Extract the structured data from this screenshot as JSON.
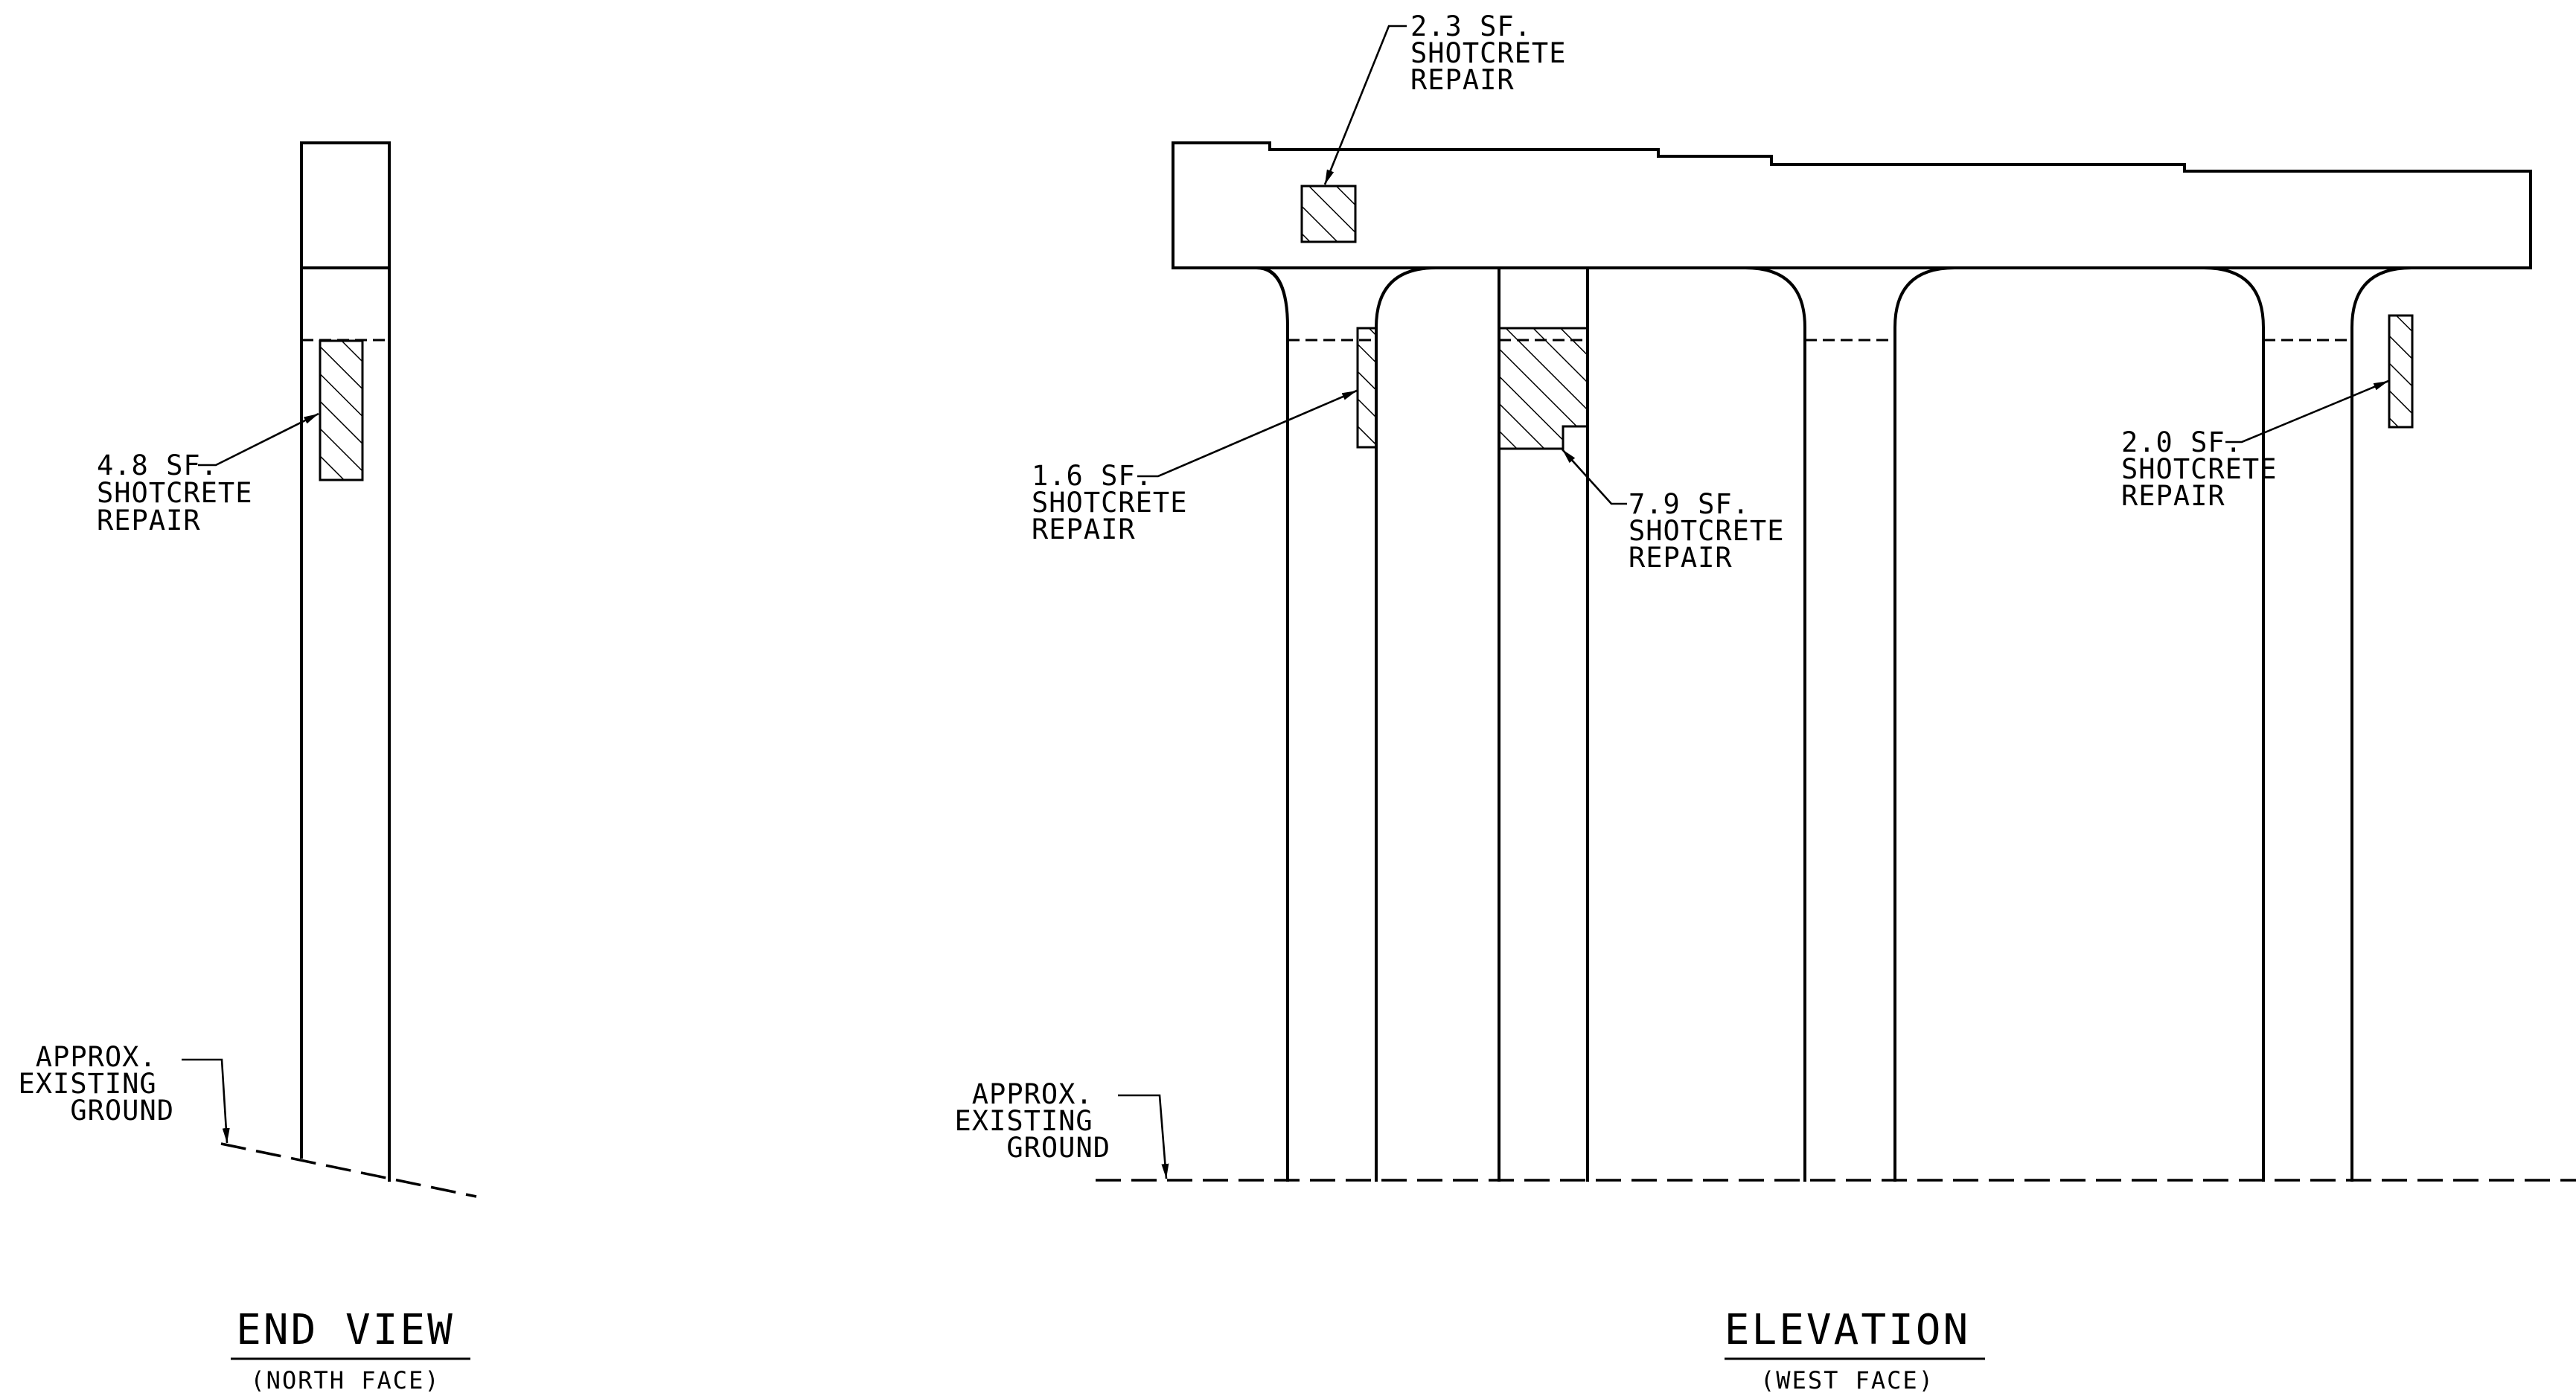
{
  "end_view": {
    "title": "END VIEW",
    "subtitle": "(NORTH FACE)",
    "repair": {
      "line1": "4.8 SF.",
      "line2": "SHOTCRETE",
      "line3": "REPAIR"
    },
    "ground": {
      "line1": "APPROX.",
      "line2": "EXISTING",
      "line3": "GROUND"
    }
  },
  "elevation": {
    "title": "ELEVATION",
    "subtitle": "(WEST FACE)",
    "repair_cap": {
      "line1": "2.3 SF.",
      "line2": "SHOTCRETE",
      "line3": "REPAIR"
    },
    "repair_col1": {
      "line1": "1.6 SF.",
      "line2": "SHOTCRETE",
      "line3": "REPAIR"
    },
    "repair_col2": {
      "line1": "7.9 SF.",
      "line2": "SHOTCRETE",
      "line3": "REPAIR"
    },
    "repair_col3": {
      "line1": "2.0 SF.",
      "line2": "SHOTCRETE",
      "line3": "REPAIR"
    },
    "ground": {
      "line1": "APPROX.",
      "line2": "EXISTING",
      "line3": "GROUND"
    }
  }
}
